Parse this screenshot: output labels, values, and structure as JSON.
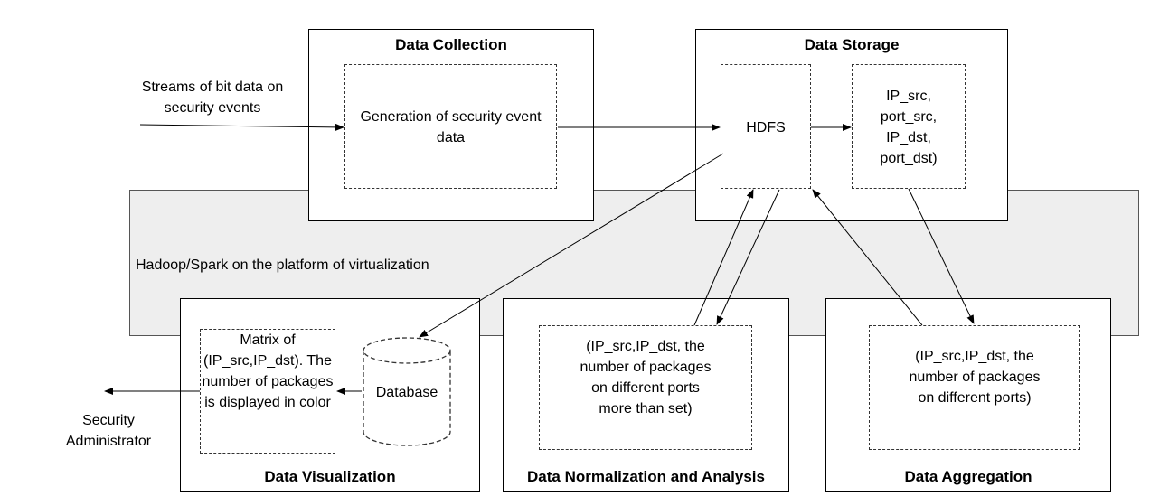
{
  "platform": {
    "label": "Hadoop/Spark on the platform of virtualization"
  },
  "input": {
    "text": "Streams of bit data on security events"
  },
  "output": {
    "text": "Security Administrator"
  },
  "collection": {
    "title": "Data Collection",
    "inner": "Generation of security event data"
  },
  "storage": {
    "title": "Data Storage",
    "hdfs": "HDFS",
    "fields": "IP_src, port_src, IP_dst, port_dst)"
  },
  "visualization": {
    "title": "Data Visualization",
    "matrix": "Matrix of (IP_src,IP_dst). The number of packages is displayed in color",
    "database": "Database"
  },
  "normalization": {
    "title": "Data Normalization and Analysis",
    "inner": "(IP_src,IP_dst, the number of packages on different ports more than set)"
  },
  "aggregation": {
    "title": "Data Aggregation",
    "inner": "(IP_src,IP_dst, the number of packages on different ports)"
  }
}
